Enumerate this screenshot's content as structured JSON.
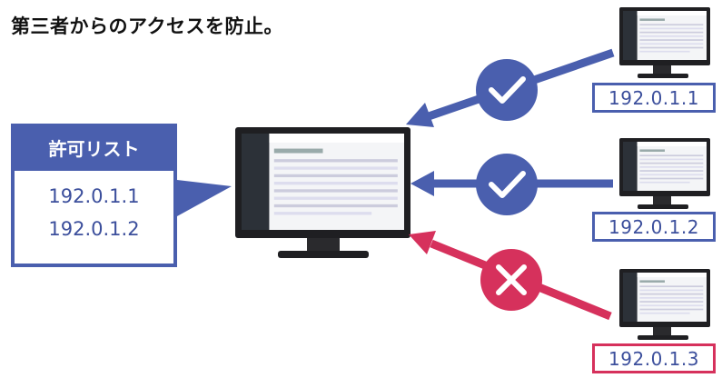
{
  "title": "第三者からのアクセスを防止。",
  "allowlist": {
    "header": "許可リスト",
    "ips": [
      "192.0.1.1",
      "192.0.1.2"
    ]
  },
  "clients": [
    {
      "ip": "192.0.1.1",
      "status": "allowed",
      "status_icon": "check-icon"
    },
    {
      "ip": "192.0.1.2",
      "status": "allowed",
      "status_icon": "check-icon"
    },
    {
      "ip": "192.0.1.3",
      "status": "denied",
      "status_icon": "cross-icon"
    }
  ],
  "colors": {
    "allowed": "#4a5fae",
    "denied": "#d6315c",
    "monitor": "#1f1f22"
  }
}
